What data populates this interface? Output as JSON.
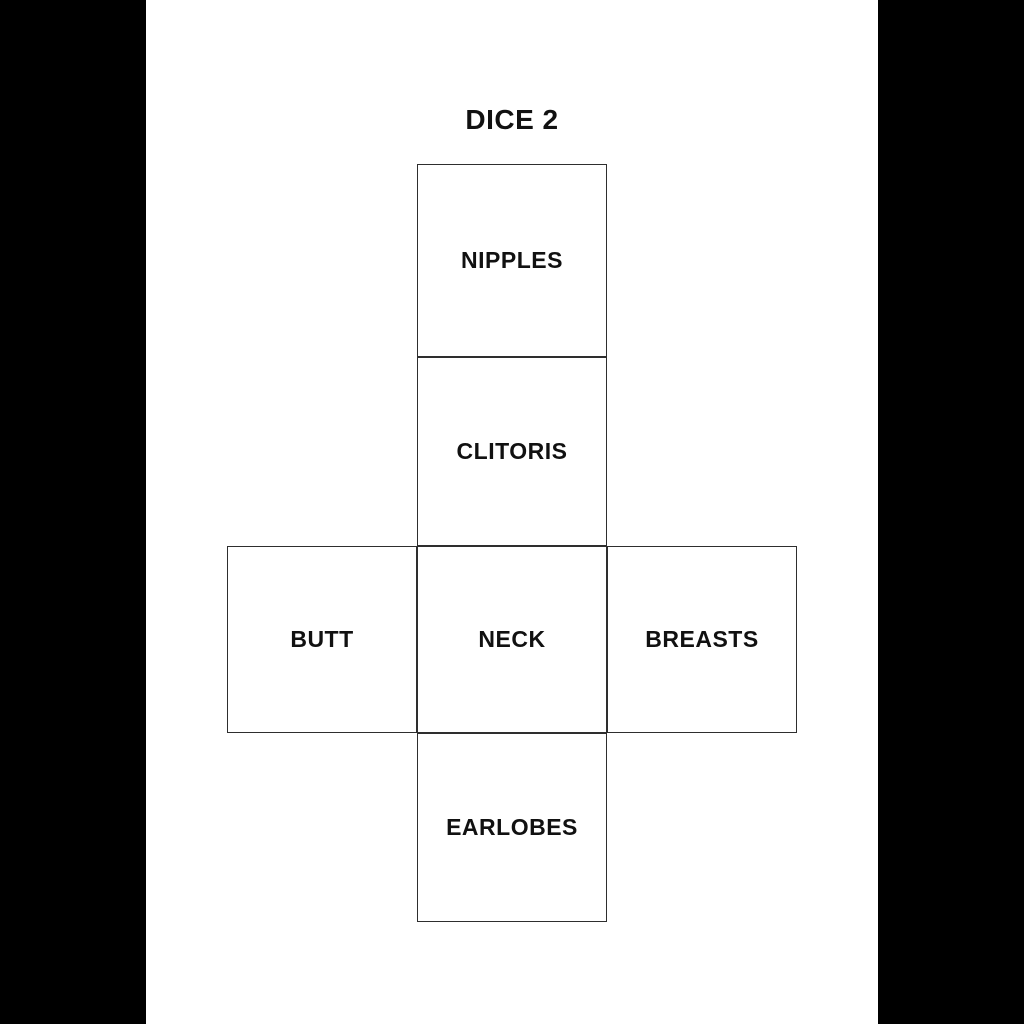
{
  "page": {
    "title": "DICE 2",
    "colors": {
      "background": "#000000",
      "paper": "#ffffff",
      "line": "#2e2e2e",
      "text": "#111111"
    }
  },
  "dice_net": {
    "shape": "cube-net-cross",
    "faces": [
      {
        "position": "top",
        "label": "NIPPLES"
      },
      {
        "position": "upper-middle",
        "label": "CLITORIS"
      },
      {
        "position": "middle-left",
        "label": "BUTT"
      },
      {
        "position": "middle-center",
        "label": "NECK"
      },
      {
        "position": "middle-right",
        "label": "BREASTS"
      },
      {
        "position": "bottom",
        "label": "EARLOBES"
      }
    ]
  }
}
